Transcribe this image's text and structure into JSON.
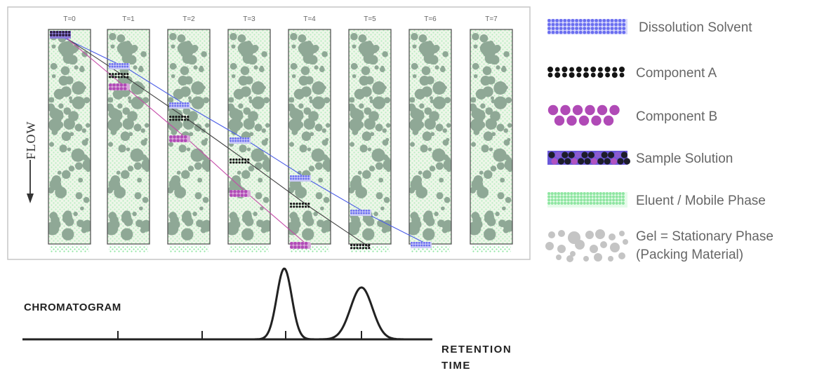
{
  "time_labels": [
    "T=0",
    "T=1",
    "T=2",
    "T=3",
    "T=4",
    "T=5",
    "T=6",
    "T=7"
  ],
  "flow_label": "FLOW",
  "legend": [
    {
      "key": "solvent",
      "label": "Dissolution Solvent"
    },
    {
      "key": "compA",
      "label": "Component A"
    },
    {
      "key": "compB",
      "label": "Component B"
    },
    {
      "key": "sample",
      "label": "Sample Solution"
    },
    {
      "key": "eluent",
      "label": "Eluent / Mobile Phase"
    },
    {
      "key": "gel",
      "label": "Gel = Stationary Phase",
      "label2": "(Packing Material)"
    }
  ],
  "chromatogram": {
    "title": "CHROMATOGRAM",
    "axis_label_line1": "RETENTION",
    "axis_label_line2": "TIME"
  },
  "colors": {
    "solvent": "#6a6ef0",
    "compA": "#151515",
    "compB": "#b04ab6",
    "eluent": "#8fe6a2",
    "gel": "#8fa896",
    "column_fill": "#eef6e9",
    "line_solvent": "#4a5ce6",
    "line_compA": "#444444",
    "line_compB": "#c54aa8"
  }
}
